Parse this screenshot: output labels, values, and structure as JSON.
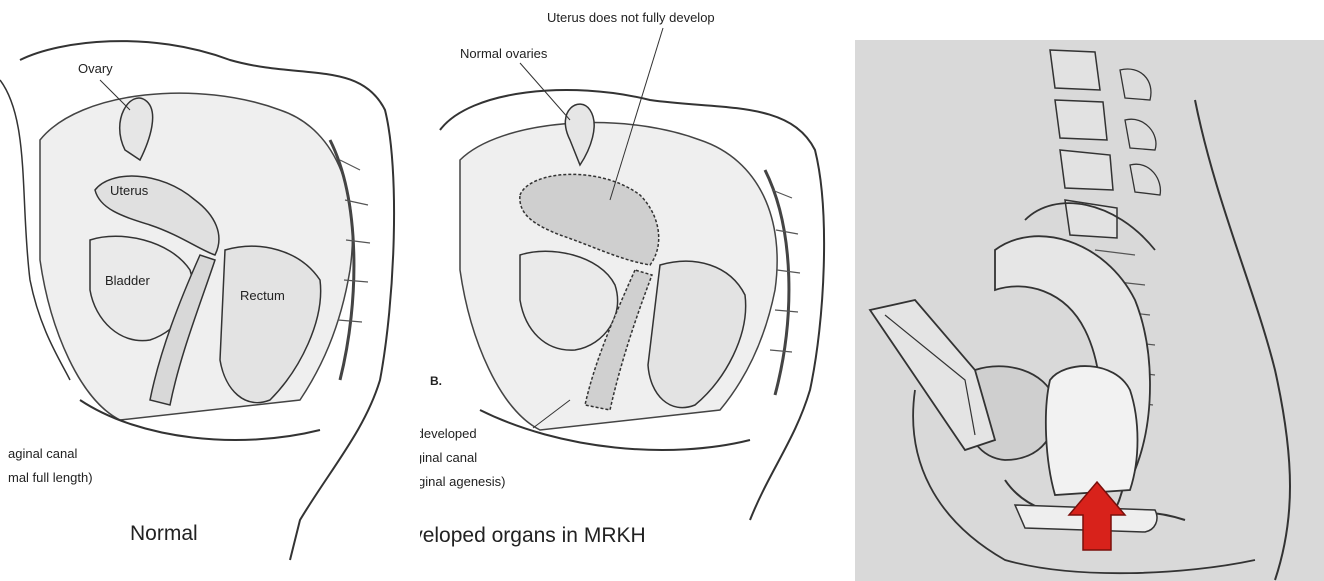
{
  "normal": {
    "labels": {
      "ovary": "Ovary",
      "uterus": "Uterus",
      "bladder": "Bladder",
      "rectum": "Rectum",
      "vaginal_canal_line1": "aginal canal",
      "vaginal_canal_line2": "mal full length)"
    },
    "caption": "Normal"
  },
  "mrkh": {
    "labels": {
      "uterus_note": "Uterus does not fully develop",
      "normal_ovaries": "Normal ovaries",
      "panel_letter": "B.",
      "undeveloped_line1": "Undeveloped",
      "undeveloped_line2": "Vaginal canal",
      "undeveloped_line3": "(vaginal agenesis)"
    },
    "caption": "Undeveloped organs in MRKH"
  },
  "colors": {
    "background": "#ffffff",
    "ink": "#222222",
    "organ_fill": "#e8e8e8",
    "highlight_fill": "#d0d0d0",
    "surgery_bg": "#d9d9d9",
    "arrow": "#d8221b"
  },
  "icons": {
    "arrow": "up-arrow-icon"
  }
}
